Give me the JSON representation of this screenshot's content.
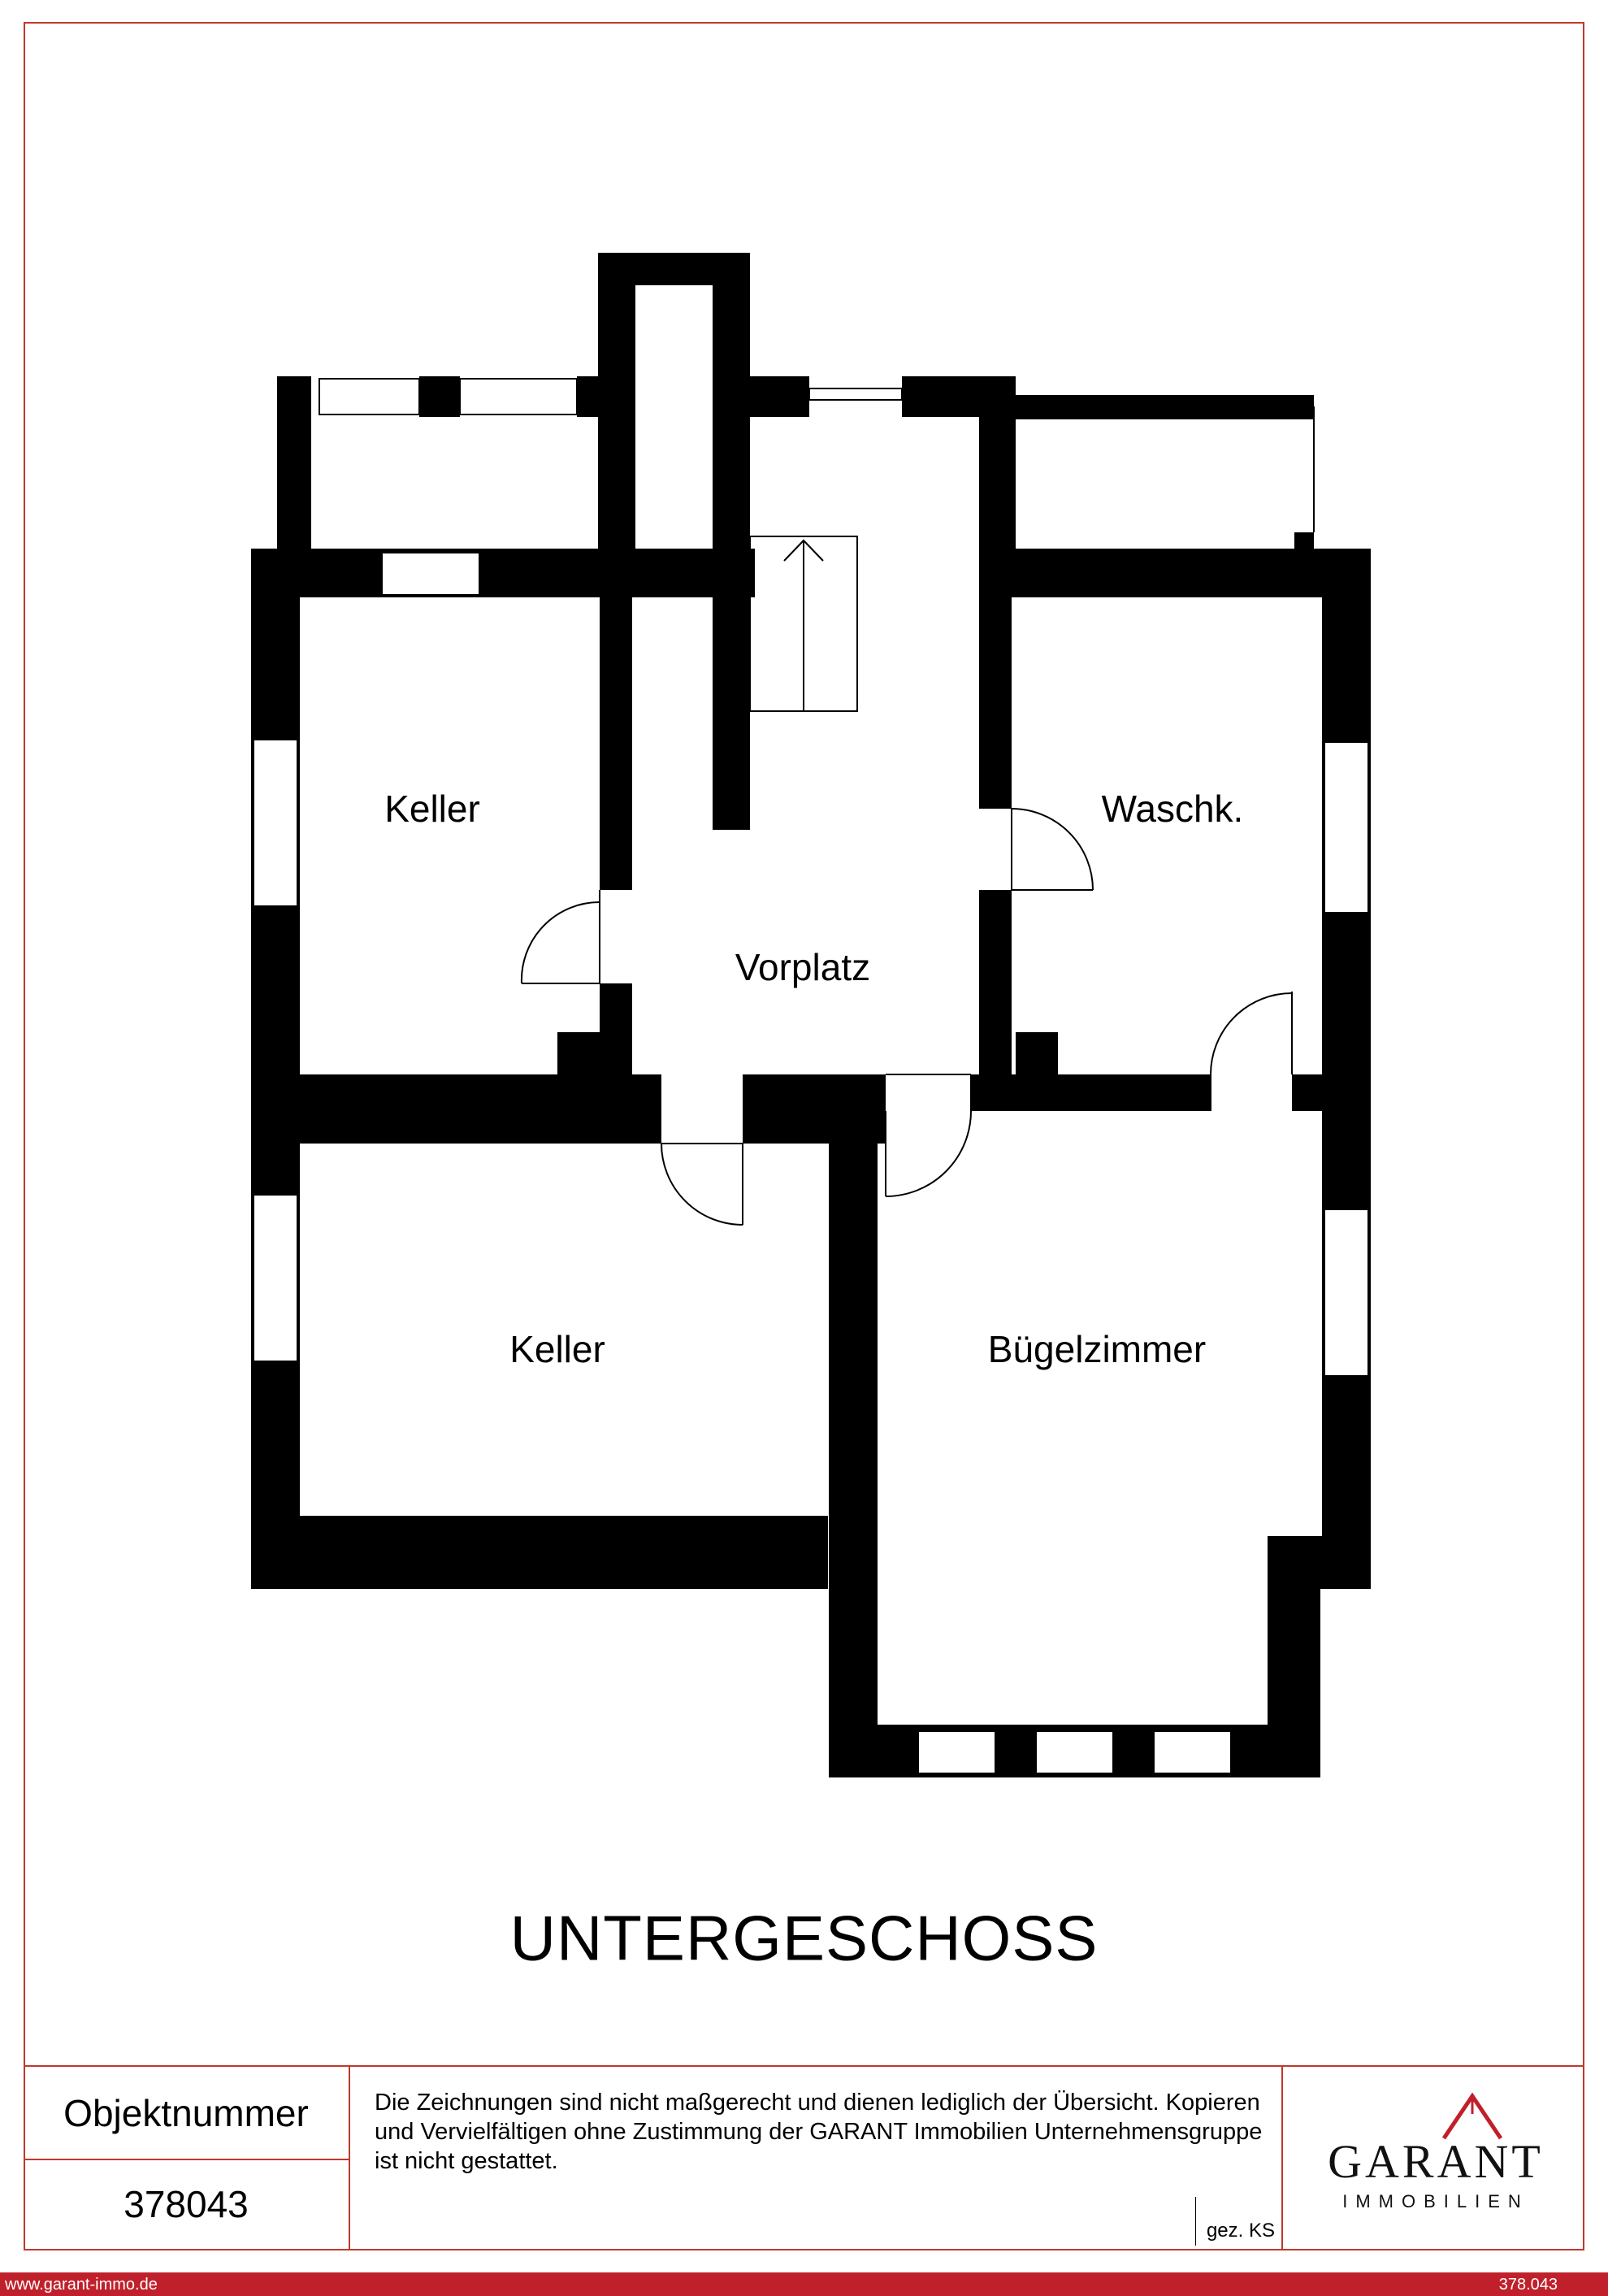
{
  "plan": {
    "rooms": [
      {
        "id": "keller-1",
        "label": "Keller"
      },
      {
        "id": "vorplatz",
        "label": "Vorplatz"
      },
      {
        "id": "waschk",
        "label": "Waschk."
      },
      {
        "id": "keller-2",
        "label": "Keller"
      },
      {
        "id": "buegelzimmer",
        "label": "Bügelzimmer"
      }
    ],
    "floor_title": "UNTERGESCHOSS"
  },
  "titleblock": {
    "object_label": "Objektnummer",
    "object_number": "378043",
    "disclaimer": "Die Zeichnungen sind nicht maßgerecht und dienen lediglich der Übersicht. Kopieren und Vervielfältigen ohne Zustimmung der GARANT Immobilien Unternehmensgruppe ist nicht gestattet.",
    "signature": "gez. KS",
    "logo_name": "GARANT",
    "logo_sub": "IMMOBILIEN"
  },
  "footer": {
    "website": "www.garant-immo.de",
    "reference": "378.043"
  },
  "colors": {
    "frame": "#c0392b",
    "footer_bg": "#c0202b",
    "walls": "#000000"
  }
}
